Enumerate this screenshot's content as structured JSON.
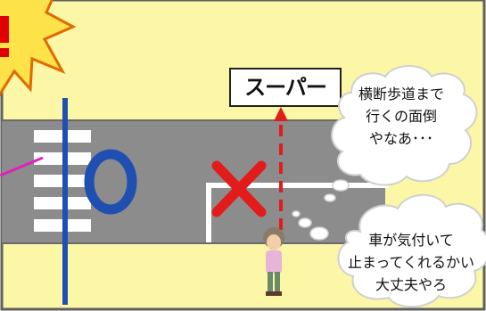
{
  "store_sign": {
    "label": "スーパー"
  },
  "thought_bubble_top": {
    "lines": [
      "横断歩道まで",
      "行くの面倒",
      "やなあ･･･"
    ]
  },
  "thought_bubble_bottom": {
    "lines": [
      "車が気付いて",
      "止まってくれるかい",
      "大丈夫やろ"
    ]
  },
  "marks": {
    "circle_symbol": "O",
    "cross_symbol": "X"
  },
  "colors": {
    "sidewalk": "#fbf7a6",
    "road": "#8c8c8c",
    "wall": "#5f5f5f",
    "crosswalk_stripe": "#ffffff",
    "circle_mark": "#1f4fb0",
    "cross_mark": "#e21b1b",
    "path_arrow": "#e21b1b",
    "bubble": "#ffffff",
    "starburst": "#fde24a",
    "starburst_inner": "#e00000"
  },
  "icons": [
    "starburst-icon",
    "circle-ok-icon",
    "cross-ng-icon",
    "pedestrian-icon",
    "thought-bubble-icon"
  ]
}
